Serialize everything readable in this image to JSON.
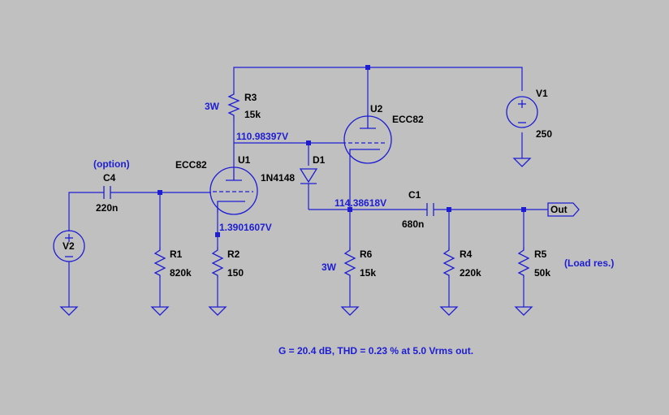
{
  "components": {
    "r3": {
      "name": "R3",
      "value": "15k",
      "note": "3W"
    },
    "r6": {
      "name": "R6",
      "value": "15k",
      "note": "3W"
    },
    "r1": {
      "name": "R1",
      "value": "820k"
    },
    "r2": {
      "name": "R2",
      "value": "150"
    },
    "r4": {
      "name": "R4",
      "value": "220k"
    },
    "r5": {
      "name": "R5",
      "value": "50k",
      "note": "(Load res.)"
    },
    "c4": {
      "name": "C4",
      "value": "220n",
      "note": "(option)"
    },
    "c1": {
      "name": "C1",
      "value": "680n"
    },
    "u1": {
      "name": "U1",
      "value": "ECC82"
    },
    "u2": {
      "name": "U2",
      "value": "ECC82"
    },
    "d1": {
      "name": "D1",
      "value": "1N4148"
    },
    "v1": {
      "name": "V1",
      "value": "250"
    },
    "v2": {
      "name": "V2"
    }
  },
  "node_voltages": {
    "u1_plate": "110.98397V",
    "u2_cathode": "114.38618V",
    "u1_cathode": "1.3901607V"
  },
  "output_port": "Out",
  "summary": "G = 20.4 dB, THD = 0.23 % at 5.0 Vrms out.",
  "colors": {
    "background": "#c0c0c0",
    "wire": "#1d1dd4",
    "label": "#000000",
    "annotation": "#1d1dd4"
  }
}
